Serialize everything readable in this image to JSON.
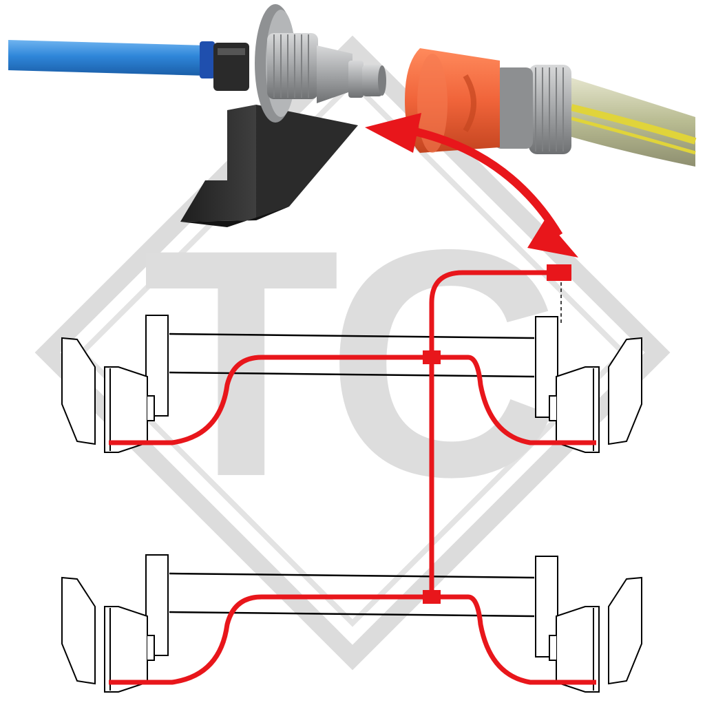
{
  "watermark": {
    "letters": "TC",
    "color": "#d9d9d9"
  },
  "icons": [
    "water-hose-quick-connector-photo",
    "double-arrow-icon",
    "twin-axle-brake-line-diagram"
  ],
  "colors": {
    "brake_line": "#e8161b",
    "hose_blue": "#2f86d9",
    "connector_orange": "#f0643a",
    "connector_grey": "#a7a9ab",
    "bracket_black": "#2b2b2b",
    "garden_hose": "#c9cc6a",
    "outline": "#000000"
  }
}
